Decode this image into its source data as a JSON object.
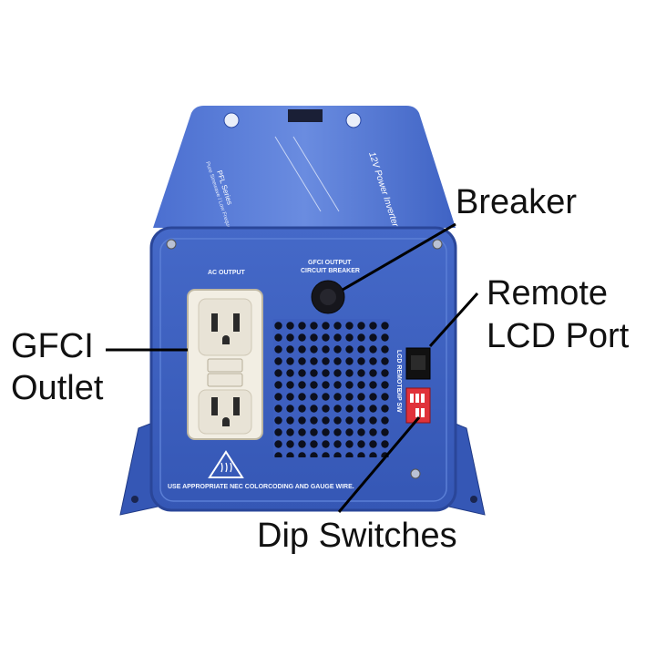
{
  "callouts": {
    "breaker": "Breaker",
    "remote_line1": "Remote",
    "remote_line2": "LCD Port",
    "gfci_line1": "GFCI",
    "gfci_line2": "Outlet",
    "dip": "Dip Switches"
  },
  "device_labels": {
    "ac_output": "AC OUTPUT",
    "breaker_line1": "GFCI OUTPUT",
    "breaker_line2": "CIRCUIT BREAKER",
    "bottom_warning": "USE APPROPRIATE NEC COLORCODING AND GAUGE WIRE.",
    "top_model": "12V Power Inverter",
    "top_series": "PFL Series",
    "top_subtitle": "Pure Sinewave / Low Frequency",
    "lcd_remote": "LCD REMOTE",
    "dip_sw": "DIP SW"
  },
  "colors": {
    "chassis_blue": "#3f63c4",
    "chassis_dark": "#2c49a0",
    "outlet_ivory": "#f2eee3",
    "dip_red": "#e0323a"
  }
}
